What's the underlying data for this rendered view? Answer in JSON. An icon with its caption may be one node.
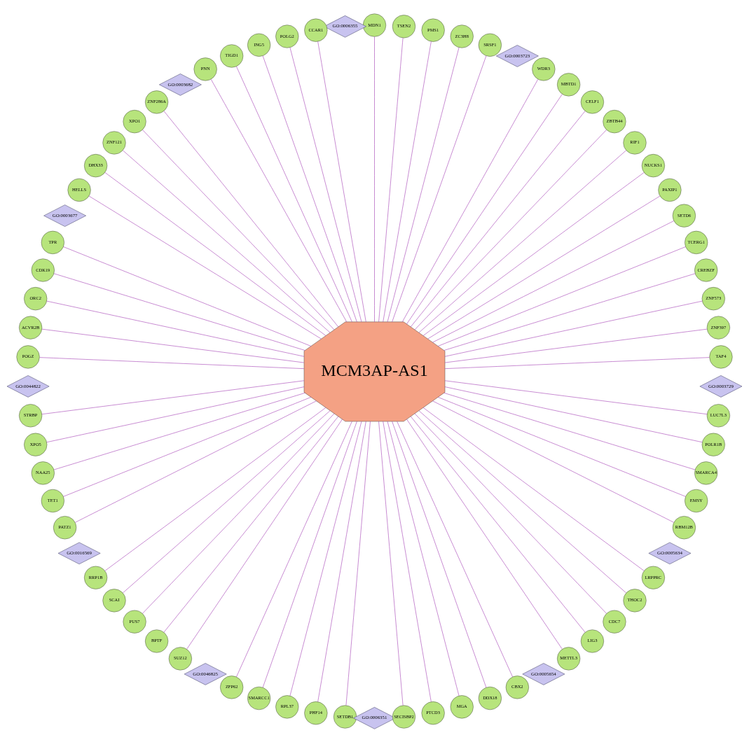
{
  "diagram": {
    "nodes": [
      {
        "text": [
          "MCM3AP-AS1"
        ]
      },
      {
        "text": [
          "GO:0003729"
        ]
      },
      {
        "text": [
          "GO:0005634"
        ]
      },
      {
        "text": [
          "GO:0005654"
        ]
      },
      {
        "text": [
          "GO:0006351"
        ]
      },
      {
        "text": [
          "GO:0046825"
        ]
      },
      {
        "text": [
          "GO:0016569"
        ]
      },
      {
        "text": [
          "GO:0044822"
        ]
      },
      {
        "text": [
          "GO:0003677"
        ]
      },
      {
        "text": [
          "GO:0003682"
        ]
      },
      {
        "text": [
          "GO:0006355"
        ]
      },
      {
        "text": [
          "GO:0003723"
        ]
      },
      {
        "text": [
          "LUC7L3"
        ]
      },
      {
        "text": [
          "POLR1B"
        ]
      },
      {
        "text": [
          "SMARCA4"
        ]
      },
      {
        "text": [
          "EMSY"
        ]
      },
      {
        "text": [
          "RBM12B"
        ]
      },
      {
        "text": [
          "LRPPRC"
        ]
      },
      {
        "text": [
          "THOC2"
        ]
      },
      {
        "text": [
          "CDC7"
        ]
      },
      {
        "text": [
          "LIG3"
        ]
      },
      {
        "text": [
          "METTL3"
        ]
      },
      {
        "text": [
          "CBX2"
        ]
      },
      {
        "text": [
          "DDX18"
        ]
      },
      {
        "text": [
          "MGA"
        ]
      },
      {
        "text": [
          "PTCD3"
        ]
      },
      {
        "text": [
          "SECISBP2"
        ]
      },
      {
        "text": [
          "SETDB1"
        ]
      },
      {
        "text": [
          "PHF14"
        ]
      },
      {
        "text": [
          "RPL37"
        ]
      },
      {
        "text": [
          "SMARCC1"
        ]
      },
      {
        "text": [
          "ZFP62"
        ]
      },
      {
        "text": [
          "SUZ12"
        ]
      },
      {
        "text": [
          "BPTF"
        ]
      },
      {
        "text": [
          "PUS7"
        ]
      },
      {
        "text": [
          "SCAI"
        ]
      },
      {
        "text": [
          "RRP1B"
        ]
      },
      {
        "text": [
          "PATZ1"
        ]
      },
      {
        "text": [
          "TET1"
        ]
      },
      {
        "text": [
          "NAA25"
        ]
      },
      {
        "text": [
          "XPO5"
        ]
      },
      {
        "text": [
          "STRBP"
        ]
      },
      {
        "text": [
          "POGZ"
        ]
      },
      {
        "text": [
          "ACVR2B"
        ]
      },
      {
        "text": [
          "ORC2"
        ]
      },
      {
        "text": [
          "CDK19"
        ]
      },
      {
        "text": [
          "TPR"
        ]
      },
      {
        "text": [
          "HELLS"
        ]
      },
      {
        "text": [
          "DHX33"
        ]
      },
      {
        "text": [
          "ZNF121"
        ]
      },
      {
        "text": [
          "XPO1"
        ]
      },
      {
        "text": [
          "ZNF286A"
        ]
      },
      {
        "text": [
          "PNN"
        ]
      },
      {
        "text": [
          "TIGD1"
        ]
      },
      {
        "text": [
          "ING5"
        ]
      },
      {
        "text": [
          "POLG2"
        ]
      },
      {
        "text": [
          "CCAR1"
        ]
      },
      {
        "text": [
          "MDN1"
        ]
      },
      {
        "text": [
          "TSEN2"
        ]
      },
      {
        "text": [
          "PMS1"
        ]
      },
      {
        "text": [
          "ZC3H8"
        ]
      },
      {
        "text": [
          "SRSF1"
        ]
      },
      {
        "text": [
          "WDR3"
        ]
      },
      {
        "text": [
          "MBTD1"
        ]
      },
      {
        "text": [
          "CELF1"
        ]
      },
      {
        "text": [
          "ZBTB44"
        ]
      },
      {
        "text": [
          "RIF1"
        ]
      },
      {
        "text": [
          "NUCKS1"
        ]
      },
      {
        "text": [
          "PAXIP1"
        ]
      },
      {
        "text": [
          "SETD6"
        ]
      },
      {
        "text": [
          "TCERG1"
        ]
      },
      {
        "text": [
          "CREBZF"
        ]
      },
      {
        "text": [
          "ZNF573"
        ]
      },
      {
        "text": [
          "ZNF397"
        ]
      },
      {
        "text": [
          "TAF4"
        ]
      }
    ],
    "edges": [
      {
        "from": 0,
        "to": 12,
        "arrow": "none"
      },
      {
        "from": 0,
        "to": 13,
        "arrow": "none"
      },
      {
        "from": 0,
        "to": 14,
        "arrow": "none"
      },
      {
        "from": 0,
        "to": 15,
        "arrow": "none"
      },
      {
        "from": 0,
        "to": 16,
        "arrow": "none"
      },
      {
        "from": 0,
        "to": 17,
        "arrow": "none"
      },
      {
        "from": 0,
        "to": 18,
        "arrow": "none"
      },
      {
        "from": 0,
        "to": 19,
        "arrow": "none"
      },
      {
        "from": 0,
        "to": 20,
        "arrow": "none"
      },
      {
        "from": 0,
        "to": 21,
        "arrow": "none"
      },
      {
        "from": 0,
        "to": 22,
        "arrow": "none"
      },
      {
        "from": 0,
        "to": 23,
        "arrow": "none"
      },
      {
        "from": 0,
        "to": 24,
        "arrow": "none"
      },
      {
        "from": 0,
        "to": 25,
        "arrow": "none"
      },
      {
        "from": 0,
        "to": 26,
        "arrow": "none"
      },
      {
        "from": 0,
        "to": 27,
        "arrow": "none"
      },
      {
        "from": 0,
        "to": 28,
        "arrow": "none"
      },
      {
        "from": 0,
        "to": 29,
        "arrow": "none"
      },
      {
        "from": 0,
        "to": 30,
        "arrow": "none"
      },
      {
        "from": 0,
        "to": 31,
        "arrow": "none"
      },
      {
        "from": 0,
        "to": 32,
        "arrow": "none"
      },
      {
        "from": 0,
        "to": 33,
        "arrow": "none"
      },
      {
        "from": 0,
        "to": 34,
        "arrow": "none"
      },
      {
        "from": 0,
        "to": 35,
        "arrow": "none"
      },
      {
        "from": 0,
        "to": 36,
        "arrow": "none"
      },
      {
        "from": 0,
        "to": 37,
        "arrow": "none"
      },
      {
        "from": 0,
        "to": 38,
        "arrow": "none"
      },
      {
        "from": 0,
        "to": 39,
        "arrow": "none"
      },
      {
        "from": 0,
        "to": 40,
        "arrow": "none"
      },
      {
        "from": 0,
        "to": 41,
        "arrow": "none"
      },
      {
        "from": 0,
        "to": 42,
        "arrow": "none"
      },
      {
        "from": 0,
        "to": 43,
        "arrow": "none"
      },
      {
        "from": 0,
        "to": 44,
        "arrow": "none"
      },
      {
        "from": 0,
        "to": 45,
        "arrow": "none"
      },
      {
        "from": 0,
        "to": 46,
        "arrow": "none"
      },
      {
        "from": 0,
        "to": 47,
        "arrow": "none"
      },
      {
        "from": 0,
        "to": 48,
        "arrow": "none"
      },
      {
        "from": 0,
        "to": 49,
        "arrow": "none"
      },
      {
        "from": 0,
        "to": 50,
        "arrow": "none"
      },
      {
        "from": 0,
        "to": 51,
        "arrow": "none"
      },
      {
        "from": 0,
        "to": 52,
        "arrow": "none"
      },
      {
        "from": 0,
        "to": 53,
        "arrow": "none"
      },
      {
        "from": 0,
        "to": 54,
        "arrow": "none"
      },
      {
        "from": 0,
        "to": 55,
        "arrow": "none"
      },
      {
        "from": 0,
        "to": 56,
        "arrow": "none"
      },
      {
        "from": 0,
        "to": 57,
        "arrow": "none"
      },
      {
        "from": 0,
        "to": 58,
        "arrow": "none"
      },
      {
        "from": 0,
        "to": 59,
        "arrow": "none"
      },
      {
        "from": 0,
        "to": 60,
        "arrow": "none"
      },
      {
        "from": 0,
        "to": 61,
        "arrow": "none"
      },
      {
        "from": 0,
        "to": 62,
        "arrow": "none"
      },
      {
        "from": 0,
        "to": 63,
        "arrow": "none"
      },
      {
        "from": 0,
        "to": 64,
        "arrow": "none"
      },
      {
        "from": 0,
        "to": 65,
        "arrow": "none"
      },
      {
        "from": 0,
        "to": 66,
        "arrow": "none"
      },
      {
        "from": 0,
        "to": 67,
        "arrow": "none"
      },
      {
        "from": 0,
        "to": 68,
        "arrow": "none"
      },
      {
        "from": 0,
        "to": 69,
        "arrow": "none"
      },
      {
        "from": 0,
        "to": 70,
        "arrow": "none"
      },
      {
        "from": 0,
        "to": 71,
        "arrow": "none"
      },
      {
        "from": 0,
        "to": 72,
        "arrow": "none"
      },
      {
        "from": 0,
        "to": 73,
        "arrow": "none"
      },
      {
        "from": 0,
        "to": 74,
        "arrow": "none"
      }
    ]
  }
}
